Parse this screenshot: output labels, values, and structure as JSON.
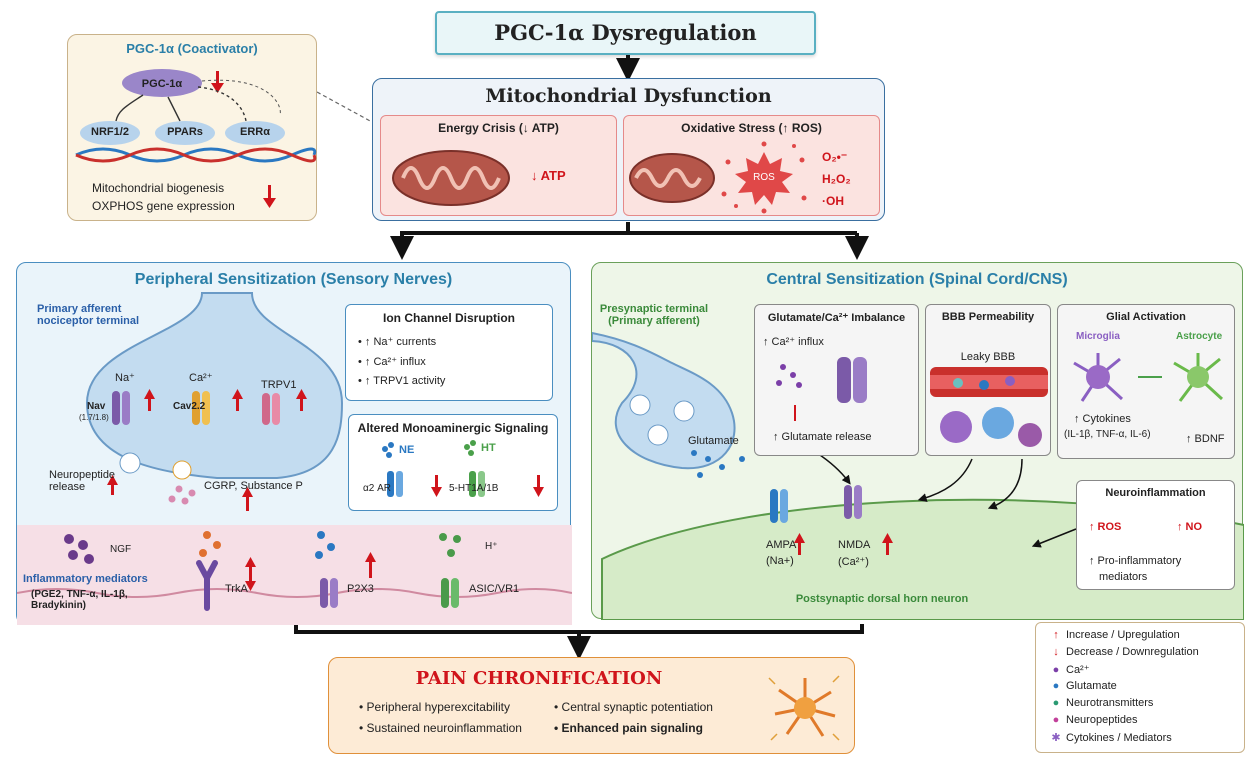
{
  "title": "PGC-1α Dysregulation",
  "coactivator": {
    "heading": "PGC-1α (Coactivator)",
    "node": "PGC-1α",
    "targets": [
      "NRF1/2",
      "PPARs",
      "ERRα"
    ],
    "line1": "Mitochondrial biogenesis",
    "line2": "OXPHOS gene expression"
  },
  "mito": {
    "heading": "Mitochondrial Dysfunction",
    "energy": {
      "heading": "Energy Crisis (↓ ATP)",
      "label": "↓ ATP"
    },
    "oxidative": {
      "heading": "Oxidative Stress (↑ ROS)",
      "ros": "ROS",
      "species": [
        "O₂•⁻",
        "H₂O₂",
        "·OH"
      ]
    }
  },
  "peripheral": {
    "heading": "Peripheral Sensitization (Sensory Nerves)",
    "terminal_label": "Primary afferent nociceptor terminal",
    "channels": [
      {
        "name": "Na⁺",
        "sub": "Nav",
        "iso": "(1.7/1.8)"
      },
      {
        "name": "Ca²⁺",
        "sub": "Cav2.2"
      },
      {
        "name": "TRPV1",
        "sub": ""
      }
    ],
    "neuropeptide": "Neuropeptide release",
    "cgrp": "CGRP, Substance P",
    "ion_box": {
      "heading": "Ion Channel Disruption",
      "items": [
        "↑ Na⁺ currents",
        "↑ Ca²⁺ influx",
        "↑ TRPV1 activity"
      ]
    },
    "mono_box": {
      "heading": "Altered Monoaminergic Signaling",
      "ne": "NE",
      "ht": "HT",
      "r1": "α2 AR",
      "r2": "5-HT1A/1B"
    },
    "inflam": {
      "label": "Inflammatory mediators",
      "list": "(PGE2, TNF-α, IL-1β, Bradykinin)",
      "ngf": "NGF"
    },
    "receptors": [
      "TrkA",
      "P2X3",
      "ASIC/VR1"
    ],
    "h_label": "H⁺"
  },
  "central": {
    "heading": "Central Sensitization (Spinal Cord/CNS)",
    "presyn": "Presynaptic terminal (Primary afferent)",
    "glutamate": "Glutamate",
    "glu_box": {
      "heading": "Glutamate/Ca²⁺ Imbalance",
      "influx": "↑ Ca²⁺ influx",
      "release": "↑ Glutamate release"
    },
    "bbb_box": {
      "heading": "BBB Permeability",
      "leaky": "Leaky BBB"
    },
    "glial_box": {
      "heading": "Glial Activation",
      "microglia": "Microglia",
      "astrocyte": "Astrocyte",
      "cytokines": "↑ Cytokines",
      "cyt_list": "(IL-1β, TNF-α, IL-6)",
      "bdnf": "↑ BDNF"
    },
    "neuro_box": {
      "heading": "Neuroinflammation",
      "ros": "↑ ROS",
      "no": "↑ NO",
      "pro": "↑ Pro-inflammatory",
      "pro2": "mediators"
    },
    "ampa": "AMPA",
    "ampa_ion": "(Na+)",
    "nmda": "NMDA",
    "nmda_ion": "(Ca²⁺)",
    "postsyn": "Postsynaptic dorsal horn neuron"
  },
  "pain": {
    "heading": "PAIN CHRONIFICATION",
    "items": [
      "Peripheral hyperexcitability",
      "Central synaptic potentiation",
      "Sustained neuroinflammation",
      "Enhanced pain signaling"
    ]
  },
  "legend": {
    "items": [
      {
        "label": "Increase / Upregulation",
        "color": "#d0141b"
      },
      {
        "label": "Decrease / Downregulation",
        "color": "#d0141b"
      },
      {
        "label": "Ca²⁺",
        "color": "#7b3fa8"
      },
      {
        "label": "Glutamate",
        "color": "#2a78c2"
      },
      {
        "label": "Neurotransmitters",
        "color": "#2a9a72"
      },
      {
        "label": "Neuropeptides",
        "color": "#c2409a"
      },
      {
        "label": "Cytokines / Mediators",
        "color": "#8a5fc2"
      }
    ]
  }
}
